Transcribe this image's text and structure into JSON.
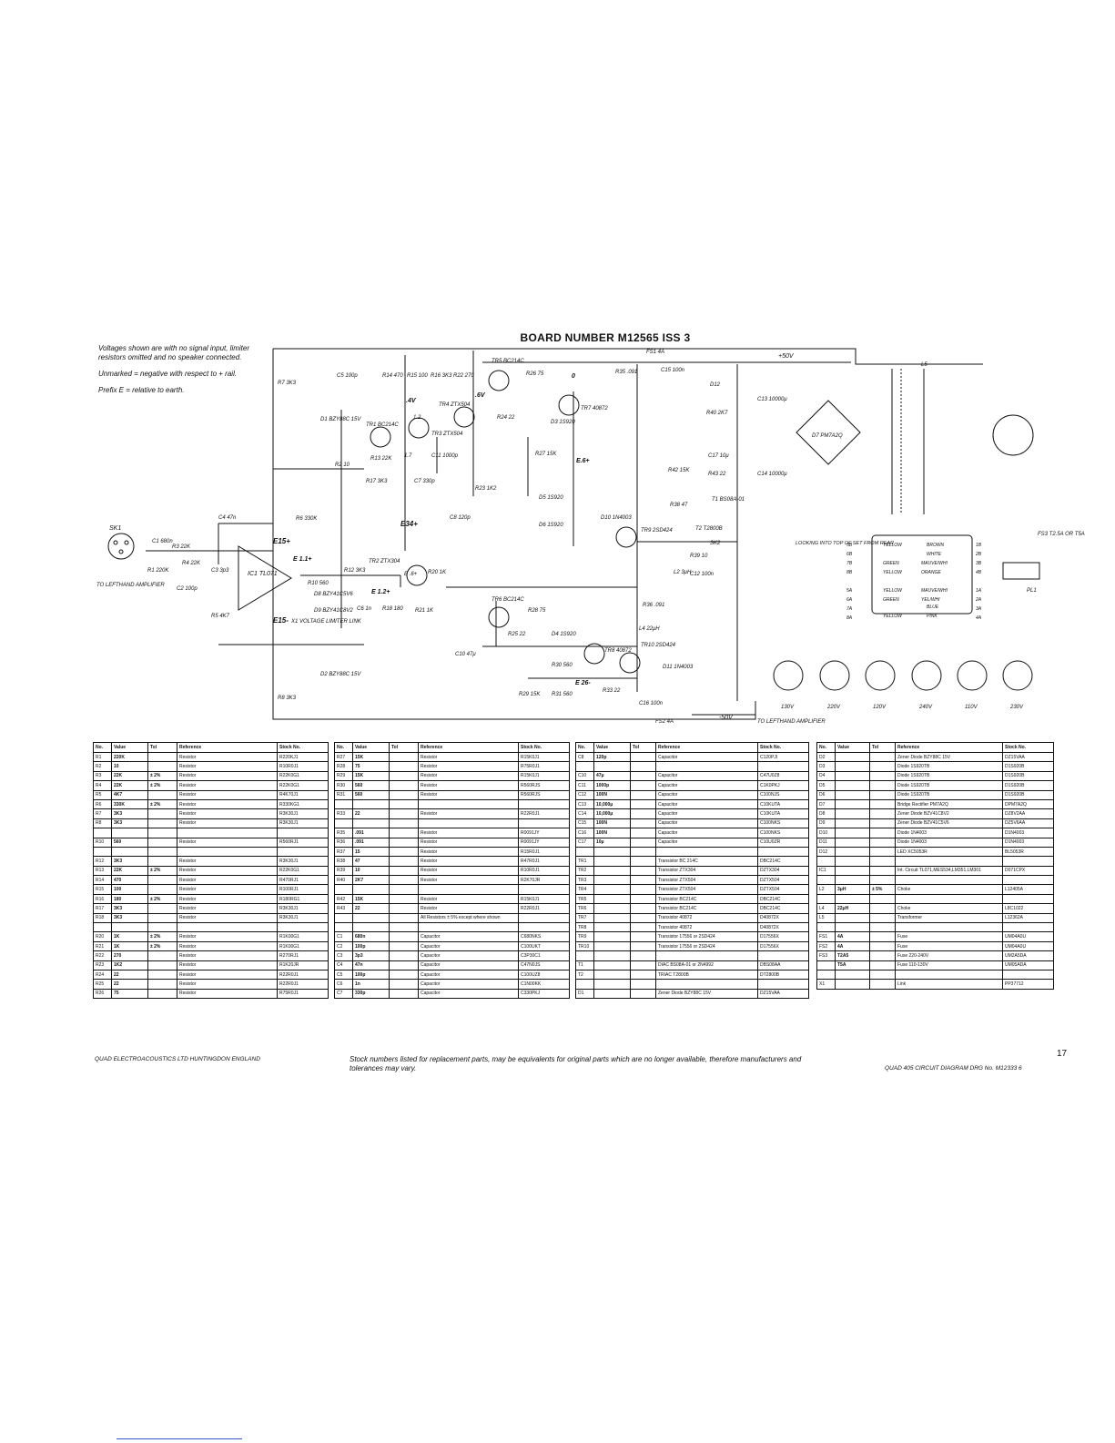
{
  "board_title": "BOARD NUMBER M12565 ISS 3",
  "notes": [
    "Voltages shown are with no signal input, limiter resistors omitted and no speaker connected.",
    "Unmarked = negative with respect to + rail.",
    "Prefix E = relative to earth."
  ],
  "schematic_labels": {
    "sk1": "SK1",
    "to_lefthand_left": "TO LEFTHAND AMPLIFIER",
    "c1": "C1 680n",
    "r3": "R3 22K",
    "r1": "R1 220K",
    "r4": "R4 22K",
    "c2": "C2 100p",
    "c3": "C3 3p3",
    "r5": "R5 4K7",
    "c4": "C4 47n",
    "r6": "R6 330K",
    "ic1": "IC1 TL071",
    "e15p": "E15+",
    "e15m": "E15-",
    "r7": "R7 3K3",
    "r8": "R8 3K3",
    "d1": "D1 BZY88C 15V",
    "d2": "D2 BZY88C 15V",
    "r2": "R2 10",
    "c5": "C5 100p",
    "r14": "R14 470",
    "r15": "R15 100",
    "r16": "R16 3K3",
    "r22": "R22 270",
    "tr1": "TR1 BC214C",
    "r13": "R13 22K",
    "r17": "R17 3K3",
    "c7": "C7 330p",
    "tr3": "TR3 ZTX504",
    "tr4": "TR4 ZTX504",
    "c11": "C11 1000p",
    "r23": "R23 1K2",
    "c8": "C8 120p",
    "e34": "E34+",
    "tr5": "TR5 BC214C",
    "r26": "R26 75",
    "r24": "R24 22",
    "d3": "D3 1S920",
    "tr7": "TR7 40872",
    "r27": "R27 15K",
    "r35": "R35 .091",
    "d5": "D5 1S920",
    "d6": "D6 1S920",
    "d10": "D10 1N4003",
    "tr9": "TR9 2SD424",
    "r10": "R10 560",
    "r12": "R12 3K3",
    "tr2": "TR2 ZTX304",
    "c6": "C6 1n",
    "r18": "R18 180",
    "r20": "R20 1K",
    "r21": "R21 1K",
    "d8": "D8 BZY41C5V6",
    "d9": "D9 BZY41C8V2",
    "x1": "X1 VOLTAGE LIMITER LINK",
    "tr6": "TR6 BC214C",
    "r28": "R28 75",
    "r25": "R25 22",
    "d4": "D4 1S920",
    "r30": "R30 560",
    "tr8": "TR8 40872",
    "c10": "C10 47μ",
    "r29": "R29 15K",
    "r31": "R31 560",
    "r33": "R33 22",
    "r36": "R36 .091",
    "l4": "L4 22μH",
    "tr10": "TR10 2SD424",
    "d11": "D11 1N4003",
    "c16": "C16 100n",
    "fs2": "FS2 4A",
    "fs1": "FS1 4A",
    "c15": "C15 100n",
    "to_lefthand": "TO LEFTHAND AMPLIFIER",
    "d12": "D12",
    "r40": "R40 2K7",
    "r42": "R42 15K",
    "c17": "C17 10μ",
    "r43": "R43 22",
    "t1": "T1 BS08A-01",
    "t2": "T2 T2800B",
    "r38": "R38 47",
    "r39": "R39 10",
    "c12": "C12 100n",
    "sk2": "SK2",
    "l2": "L2 3μH",
    "c13": "C13 10000μ",
    "c14": "C14 10000μ",
    "d7": "D7 PM7A2Q",
    "l5": "L5",
    "fs3": "FS3 T2.5A OR T5A",
    "pl1": "PL1",
    "v_p50": "+50V",
    "v_m50": "-50V",
    "v_4": ".4V",
    "v_12a": "1.2",
    "v_17": "1.7",
    "v_6": ".6V",
    "v_0": "0",
    "e6": "E.6+",
    "e11": "E 1.1+",
    "e12": "E 1.2+",
    "e_6b": "E .6+",
    "e26": "E 26-",
    "looking_into": "LOOKING INTO TOP OF SET FROM REAR",
    "wires": [
      "YELLOW",
      "BROWN",
      "WHITE",
      "GREEN",
      "MAUVE/WHI",
      "YELLOW",
      "ORANGE",
      "YELLOW",
      "MAUVE/WHI",
      "GREEN",
      "YEL/WHI",
      "BLUE",
      "YELLOW",
      "PINK"
    ],
    "taps_left": [
      "5B",
      "6B",
      "7B",
      "8B",
      "5A",
      "6A",
      "7A",
      "8A"
    ],
    "taps_right": [
      "1B",
      "2B",
      "3B",
      "4B",
      "1A",
      "2A",
      "3A",
      "4A"
    ],
    "voltages": [
      "130V",
      "220V",
      "120V",
      "240V",
      "110V",
      "230V"
    ]
  },
  "table_headers": [
    "No.",
    "Value",
    "Tol",
    "Reference",
    "Stock No."
  ],
  "table1_rows": [
    [
      "R1",
      "220K",
      "",
      "Resistor",
      "R220KJ1"
    ],
    [
      "R2",
      "10",
      "",
      "Resistor",
      "R10R0J1"
    ],
    [
      "R3",
      "22K",
      "± 2%",
      "Resistor",
      "R22K0G1"
    ],
    [
      "R4",
      "22K",
      "± 2%",
      "Resistor",
      "R22K0G1"
    ],
    [
      "R5",
      "4K7",
      "",
      "Resistor",
      "R4K70J1"
    ],
    [
      "R6",
      "330K",
      "± 2%",
      "Resistor",
      "R330KG1"
    ],
    [
      "R7",
      "3K3",
      "",
      "Resistor",
      "R3K30J1"
    ],
    [
      "R8",
      "3K3",
      "",
      "Resistor",
      "R3K30J1"
    ],
    [
      "",
      "",
      "",
      "",
      ""
    ],
    [
      "R10",
      "560",
      "",
      "Resistor",
      "R560RJ1"
    ],
    [
      "",
      "",
      "",
      "",
      ""
    ],
    [
      "R12",
      "3K3",
      "",
      "Resistor",
      "R3K30J1"
    ],
    [
      "R13",
      "22K",
      "± 2%",
      "Resistor",
      "R22K0G1"
    ],
    [
      "R14",
      "470",
      "",
      "Resistor",
      "R470RJ1"
    ],
    [
      "R15",
      "100",
      "",
      "Resistor",
      "R100RJ1"
    ],
    [
      "R16",
      "180",
      "± 2%",
      "Resistor",
      "R180RG1"
    ],
    [
      "R17",
      "3K3",
      "",
      "Resistor",
      "R3K30J1"
    ],
    [
      "R18",
      "3K3",
      "",
      "Resistor",
      "R3K30J1"
    ],
    [
      "",
      "",
      "",
      "",
      ""
    ],
    [
      "R20",
      "1K",
      "± 2%",
      "Resistor",
      "R1K00G1"
    ],
    [
      "R21",
      "1K",
      "± 2%",
      "Resistor",
      "R1K00G1"
    ],
    [
      "R22",
      "270",
      "",
      "Resistor",
      "R270RJ1"
    ],
    [
      "R23",
      "1K2",
      "",
      "Resistor",
      "R1K20JR"
    ],
    [
      "R24",
      "22",
      "",
      "Resistor",
      "R22R0J1"
    ],
    [
      "R25",
      "22",
      "",
      "Resistor",
      "R22R0J1"
    ],
    [
      "R26",
      "75",
      "",
      "Resistor",
      "R75R0J1"
    ]
  ],
  "table2_rows": [
    [
      "R27",
      "15K",
      "",
      "Resistor",
      "R15K0J1"
    ],
    [
      "R28",
      "75",
      "",
      "Resistor",
      "R75R0J1"
    ],
    [
      "R29",
      "15K",
      "",
      "Resistor",
      "R15K0J1"
    ],
    [
      "R30",
      "560",
      "",
      "Resistor",
      "R560RJS"
    ],
    [
      "R31",
      "560",
      "",
      "Resistor",
      "R560RJS"
    ],
    [
      "",
      "",
      "",
      "",
      ""
    ],
    [
      "R33",
      "22",
      "",
      "Resistor",
      "R22R0J1"
    ],
    [
      "",
      "",
      "",
      "",
      ""
    ],
    [
      "R35",
      ".091",
      "",
      "Resistor",
      "R0091JY"
    ],
    [
      "R36",
      ".091",
      "",
      "Resistor",
      "R0091JY"
    ],
    [
      "R37",
      "15",
      "",
      "Resistor",
      "R15R0J1"
    ],
    [
      "R38",
      "47",
      "",
      "Resistor",
      "R47R0J1"
    ],
    [
      "R39",
      "10",
      "",
      "Resistor",
      "R10R0J1"
    ],
    [
      "R40",
      "2K7",
      "",
      "Resistor",
      "R2K70JR"
    ],
    [
      "",
      "",
      "",
      "",
      ""
    ],
    [
      "R42",
      "15K",
      "",
      "Resistor",
      "R15K0J1"
    ],
    [
      "R43",
      "22",
      "",
      "Resistor",
      "R22R0J1"
    ],
    [
      "",
      "",
      "",
      "All Resistors ± 5% except where shown",
      ""
    ],
    [
      "",
      "",
      "",
      "",
      ""
    ],
    [
      "C1",
      "680n",
      "",
      "Capacitor",
      "C680NKS"
    ],
    [
      "C2",
      "100p",
      "",
      "Capacitor",
      "C100UKT"
    ],
    [
      "C3",
      "3p3",
      "",
      "Capacitor",
      "C3P30C1"
    ],
    [
      "C4",
      "47n",
      "",
      "Capacitor",
      "C47N0JS"
    ],
    [
      "C5",
      "100p",
      "",
      "Capacitor",
      "C100UZ8"
    ],
    [
      "C6",
      "1n",
      "",
      "Capacitor",
      "C1N00KK"
    ],
    [
      "C7",
      "330p",
      "",
      "Capacitor",
      "C330PKJ"
    ]
  ],
  "table3_rows": [
    [
      "C8",
      "120p",
      "",
      "Capacitor",
      "C120PJI"
    ],
    [
      "",
      "",
      "",
      "",
      ""
    ],
    [
      "C10",
      "47μ",
      "",
      "Capacitor",
      "C47U0Z8"
    ],
    [
      "C11",
      "1000p",
      "",
      "Capacitor",
      "C1K0PKJ"
    ],
    [
      "C12",
      "100N",
      "",
      "Capacitor",
      "C100NJS"
    ],
    [
      "C13",
      "10,000μ",
      "",
      "Capacitor",
      "C10KUTA"
    ],
    [
      "C14",
      "10,000μ",
      "",
      "Capacitor",
      "C10KUTA"
    ],
    [
      "C15",
      "100N",
      "",
      "Capacitor",
      "C100NKS"
    ],
    [
      "C16",
      "100N",
      "",
      "Capacitor",
      "C100NKS"
    ],
    [
      "C17",
      "10μ",
      "",
      "Capacitor",
      "C10U0ZR"
    ],
    [
      "",
      "",
      "",
      "",
      ""
    ],
    [
      "TR1",
      "",
      "",
      "Transistor BC 214C",
      "DBC214C"
    ],
    [
      "TR2",
      "",
      "",
      "Transistor ZTX304",
      "DZTX304"
    ],
    [
      "TR3",
      "",
      "",
      "Transistor ZTX504",
      "DZTX504"
    ],
    [
      "TR4",
      "",
      "",
      "Transistor ZTX504",
      "DZTX504"
    ],
    [
      "TR5",
      "",
      "",
      "Transistor BC214C",
      "DBC214C"
    ],
    [
      "TR6",
      "",
      "",
      "Transistor BC214C",
      "DBC214C"
    ],
    [
      "TR7",
      "",
      "",
      "Transistor 40872",
      "D40872X"
    ],
    [
      "TR8",
      "",
      "",
      "Transistor 40872",
      "D40872X"
    ],
    [
      "TR9",
      "",
      "",
      "Transistor 17556 or 2SD424",
      "D17556X"
    ],
    [
      "TR10",
      "",
      "",
      "Transistor 17556 or 2SD424",
      "D17556X"
    ],
    [
      "",
      "",
      "",
      "",
      ""
    ],
    [
      "T1",
      "",
      "",
      "DIAC BS08A-01 or 2N4992",
      "DBS08AA"
    ],
    [
      "T2",
      "",
      "",
      "TRIAC T2800B",
      "DT2800B"
    ],
    [
      "",
      "",
      "",
      "",
      ""
    ],
    [
      "D1",
      "",
      "",
      "Zener Diode BZY88C 15V",
      "DZ15VAA"
    ]
  ],
  "table4_rows": [
    [
      "D2",
      "",
      "",
      "Zener Diode BZY88C 15V",
      "DZ15VAA"
    ],
    [
      "D3",
      "",
      "",
      "Diode 1S920TB",
      "D1S920B"
    ],
    [
      "D4",
      "",
      "",
      "Diode 1S920TB",
      "D1S920B"
    ],
    [
      "D5",
      "",
      "",
      "Diode 1S920TB",
      "D1S920B"
    ],
    [
      "D6",
      "",
      "",
      "Diode 1S920TB",
      "D1S920B"
    ],
    [
      "D7",
      "",
      "",
      "Bridge Rectifier PM7A2Q",
      "DPM7A2Q"
    ],
    [
      "D8",
      "",
      "",
      "Zener Diode BZV41C8V2",
      "DZ8V2AA"
    ],
    [
      "D9",
      "",
      "",
      "Zener Diode BZV41C5V6",
      "DZ5V6AA"
    ],
    [
      "D10",
      "",
      "",
      "Diode 1N4003",
      "D1N4003"
    ],
    [
      "D11",
      "",
      "",
      "Diode 1N4003",
      "D1N4003"
    ],
    [
      "D12",
      "",
      "",
      "LED XC5053R",
      "BL5053R"
    ],
    [
      "",
      "",
      "",
      "",
      ""
    ],
    [
      "IC1",
      "",
      "",
      "Int. Circuit TL071,MES534,LM351,LM301",
      "D071CPX"
    ],
    [
      "",
      "",
      "",
      "",
      ""
    ],
    [
      "L2",
      "3μH",
      "± 5%",
      "Choke",
      "L12405A"
    ],
    [
      "",
      "",
      "",
      "",
      ""
    ],
    [
      "L4",
      "22μH",
      "",
      "Choke",
      "L8C1022"
    ],
    [
      "L5",
      "",
      "",
      "Transformer",
      "L12362A"
    ],
    [
      "",
      "",
      "",
      "",
      ""
    ],
    [
      "FS1",
      "4A",
      "",
      "Fuse",
      "UM04A0U"
    ],
    [
      "FS2",
      "4A",
      "",
      "Fuse",
      "UM04A0U"
    ],
    [
      "FS3",
      "T2A5",
      "",
      "Fuse 220-240V",
      "UM2A5DA"
    ],
    [
      "",
      "T5A",
      "",
      "Fuse 110-130V",
      "UM05ADA"
    ],
    [
      "",
      "",
      "",
      "",
      ""
    ],
    [
      "X1",
      "",
      "",
      "Link",
      "PP37712"
    ]
  ],
  "footer_left": "QUAD ELECTROACOUSTICS LTD HUNTINGDON ENGLAND",
  "footer_mid": "Stock numbers listed for replacement parts, may be equivalents for original parts which are no longer available, therefore manufacturers and tolerances may vary.",
  "footer_right": "QUAD 405 CIRCUIT DIAGRAM DRG No. M12333 6",
  "page_number": "17"
}
